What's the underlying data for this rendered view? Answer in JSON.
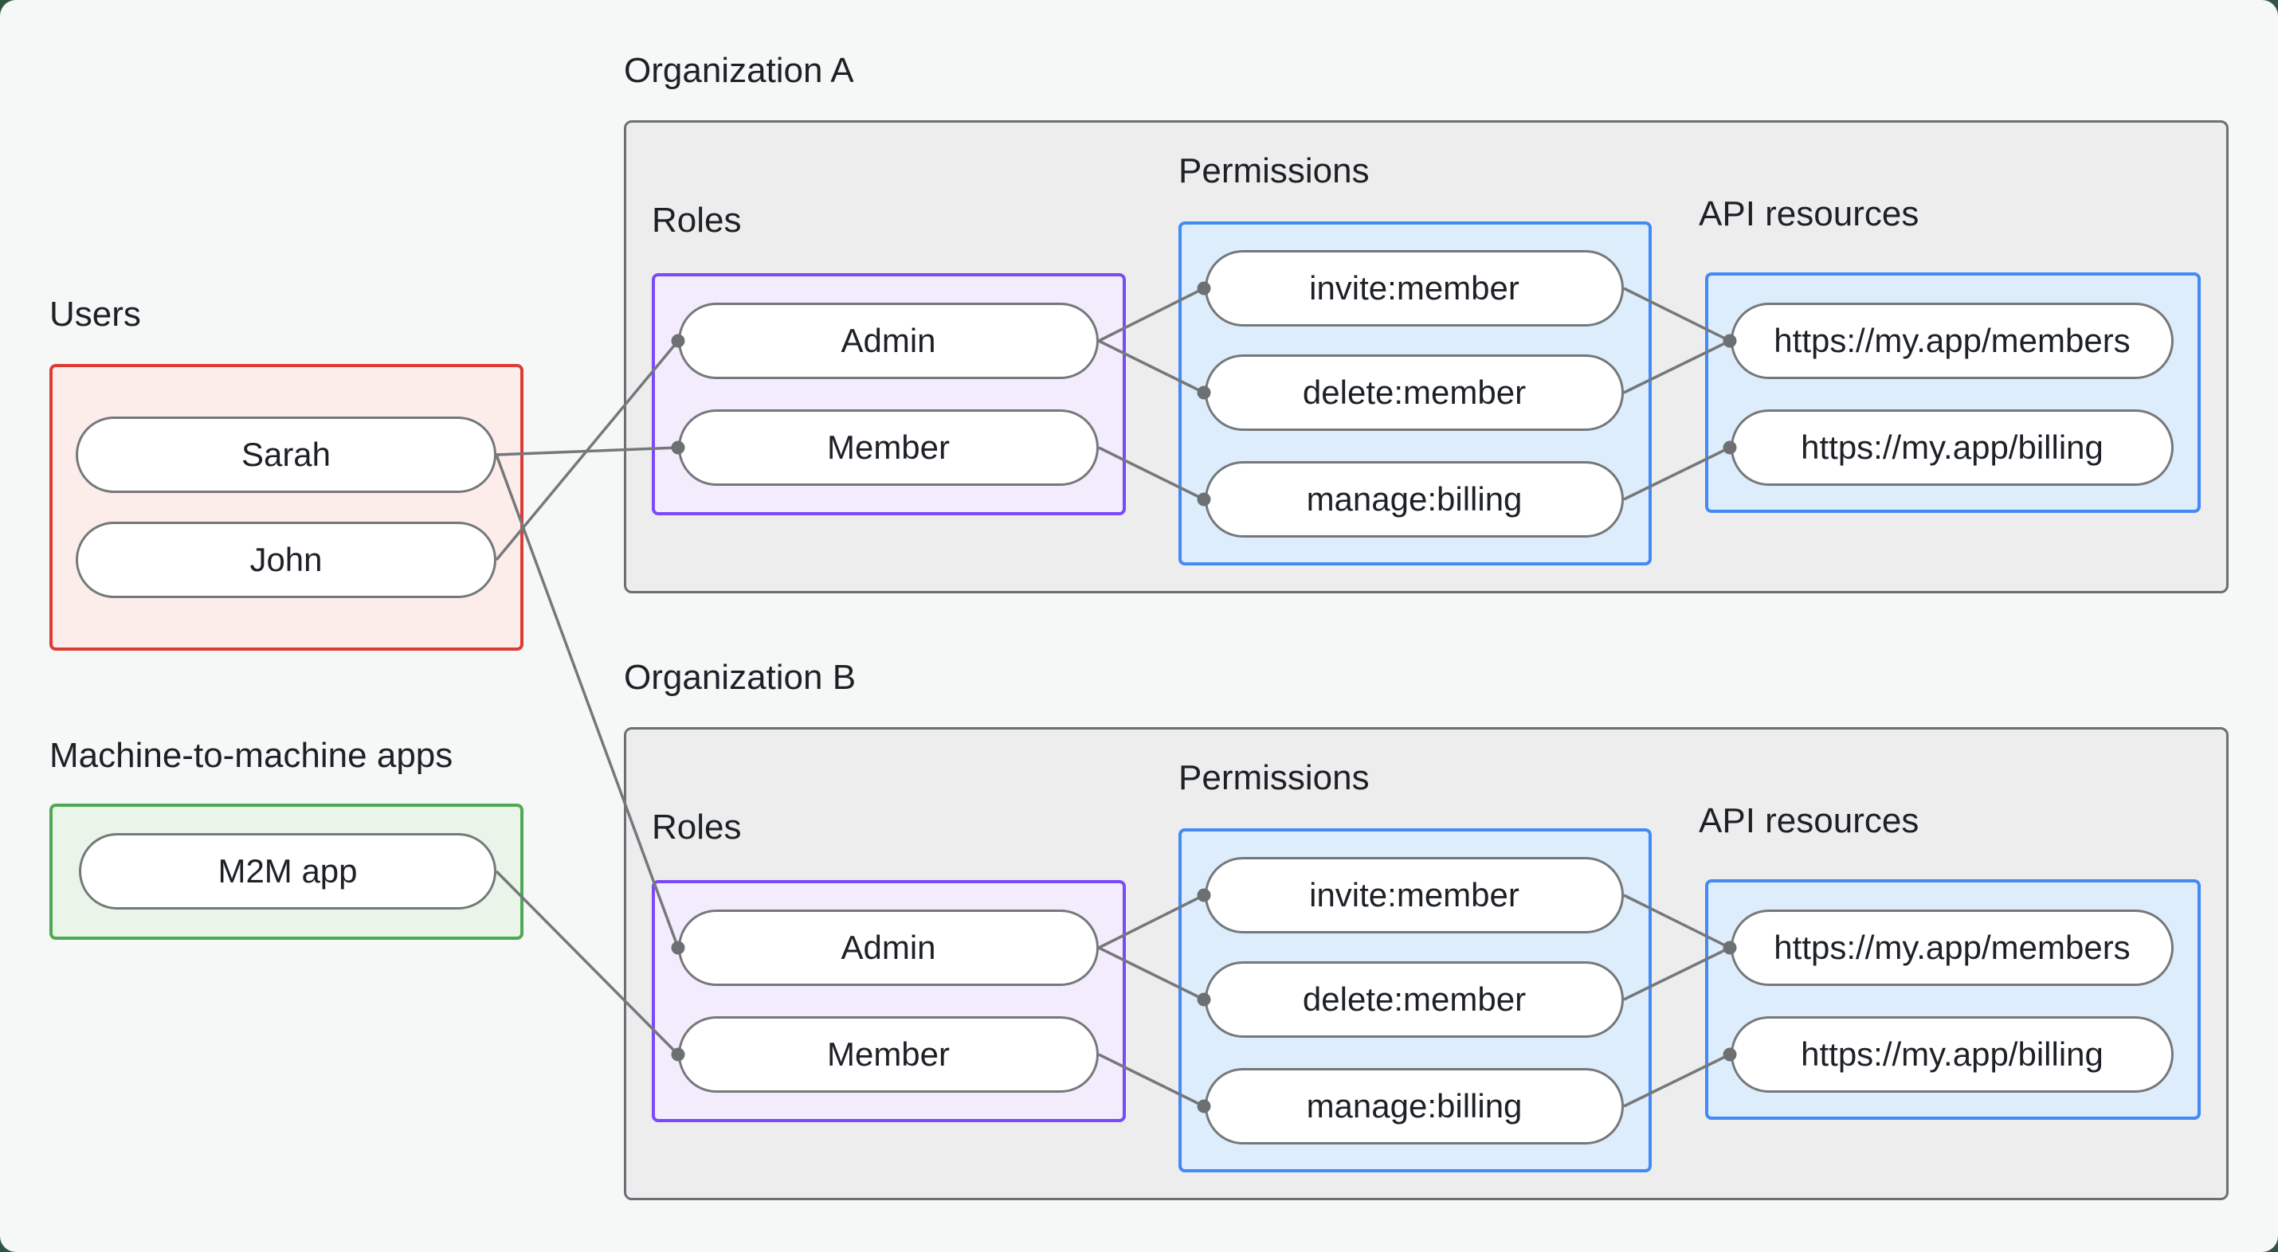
{
  "panel": {
    "background": "#f6f7f7",
    "backdrop": "#2e5640"
  },
  "groups": {
    "users": {
      "label": "Users",
      "border_color": "#dc3c35",
      "fill_color": "#fcedeb"
    },
    "m2m": {
      "label": "Machine-to-machine apps",
      "border_color": "#4fa954",
      "fill_color": "#e9f5e9"
    },
    "org_a": {
      "label": "Organization A",
      "roles_label": "Roles",
      "permissions_label": "Permissions",
      "api_label": "API resources"
    },
    "org_b": {
      "label": "Organization B",
      "roles_label": "Roles",
      "permissions_label": "Permissions",
      "api_label": "API resources"
    },
    "roles_border_color": "#7b4af7",
    "roles_fill_color": "#f2ecfc",
    "permissions_border_color": "#438af4",
    "permissions_fill_color": "#ddedfb",
    "org_border_color": "#6b6f73",
    "org_fill_color": "#ededee"
  },
  "nodes": {
    "sarah": "Sarah",
    "john": "John",
    "m2m_app": "M2M app",
    "a_admin": "Admin",
    "a_member": "Member",
    "a_invite": "invite:member",
    "a_delete": "delete:member",
    "a_manage": "manage:billing",
    "a_members_api": "https://my.app/members",
    "a_billing_api": "https://my.app/billing",
    "b_admin": "Admin",
    "b_member": "Member",
    "b_invite": "invite:member",
    "b_delete": "delete:member",
    "b_manage": "manage:billing",
    "b_members_api": "https://my.app/members",
    "b_billing_api": "https://my.app/billing"
  },
  "edges": [
    {
      "from": "sarah",
      "to": "a_member"
    },
    {
      "from": "john",
      "to": "a_admin"
    },
    {
      "from": "sarah",
      "to": "b_admin"
    },
    {
      "from": "m2m_app",
      "to": "b_member"
    },
    {
      "from": "a_admin",
      "to": "a_invite"
    },
    {
      "from": "a_admin",
      "to": "a_delete"
    },
    {
      "from": "a_member",
      "to": "a_manage"
    },
    {
      "from": "a_invite",
      "to": "a_members_api"
    },
    {
      "from": "a_delete",
      "to": "a_members_api"
    },
    {
      "from": "a_manage",
      "to": "a_billing_api"
    },
    {
      "from": "b_admin",
      "to": "b_invite"
    },
    {
      "from": "b_admin",
      "to": "b_delete"
    },
    {
      "from": "b_member",
      "to": "b_manage"
    },
    {
      "from": "b_invite",
      "to": "b_members_api"
    },
    {
      "from": "b_delete",
      "to": "b_members_api"
    },
    {
      "from": "b_manage",
      "to": "b_billing_api"
    }
  ],
  "wire_style": {
    "line_color": "#75787a",
    "dot_color": "#6d7073"
  }
}
